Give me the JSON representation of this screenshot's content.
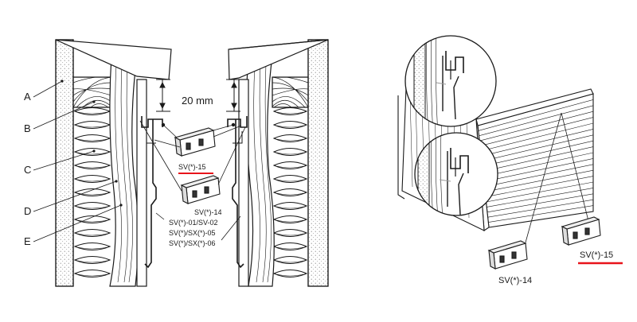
{
  "colors": {
    "line": "#1a1a1a",
    "hatch": "#555555",
    "highlight": "#e8141b",
    "panel_fill": "#f4f4f4"
  },
  "left_labels": [
    "A",
    "B",
    "C",
    "D",
    "E"
  ],
  "dimension": "20 mm",
  "detail_labels": {
    "top_part": "SV(*)-15",
    "middle_part": "SV(*)-14",
    "profiles": [
      "SV(*)-01/SV-02",
      "SV(*)/SX(*)-05",
      "SV(*)/SX(*)-06"
    ]
  },
  "right_labels": {
    "left_part": "SV(*)-14",
    "right_part": "SV(*)-15"
  }
}
